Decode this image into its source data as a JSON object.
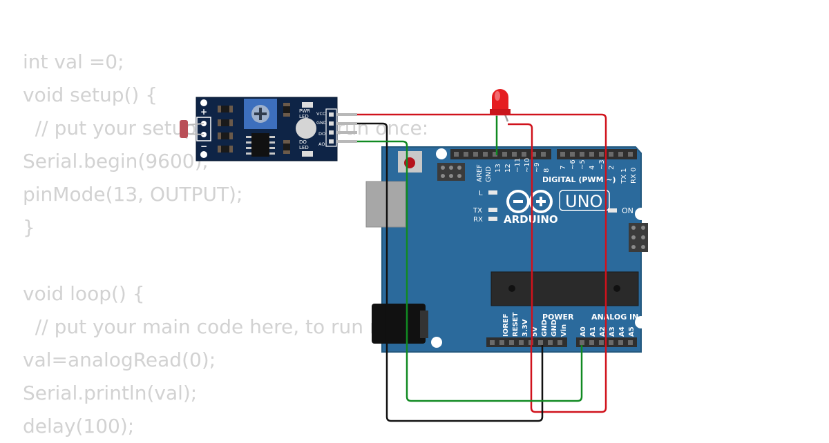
{
  "code_lines": [
    "int val =0;",
    "void setup() {",
    "  // put your setup code here, to run once:",
    "Serial.begin(9600);",
    "pinMode(13, OUTPUT);",
    "}",
    "",
    "void loop() {",
    "  // put your main code here, to run repeatedly:",
    "val=analogRead(0);",
    "Serial.println(val);",
    "delay(100);"
  ],
  "sensor": {
    "plus": "+",
    "minus": "−",
    "pwr_led": [
      "PWR",
      "LED"
    ],
    "do_led": [
      "DO",
      "LED"
    ],
    "pins": [
      "VCC",
      "GND",
      "DO",
      "AO"
    ]
  },
  "board": {
    "name": "ARDUINO",
    "model": "UNO",
    "on": "ON",
    "l": "L",
    "tx": "TX",
    "rx": "RX",
    "digital": "DIGITAL (PWM ~)",
    "digital_pins": [
      "AREF",
      "GND",
      "13",
      "12",
      "~11",
      "~10",
      "~9",
      "8",
      "7",
      "~6",
      "~5",
      "4",
      "~3",
      "2",
      "TX 1",
      "RX 0"
    ],
    "power": "POWER",
    "analog": "ANALOG IN",
    "power_pins": [
      "IOREF",
      "RESET",
      "3.3V",
      "5V",
      "GND",
      "GND",
      "Vin"
    ],
    "analog_pins": [
      "A0",
      "A1",
      "A2",
      "A3",
      "A4",
      "A5"
    ]
  },
  "colors": {
    "board": "#2b6a9c",
    "sensor_pcb": "#0e2446",
    "wire_red": "#d0121c",
    "wire_green": "#118a22",
    "wire_black": "#111111",
    "led": "#e51d20",
    "code_text": "#d2d2d2"
  }
}
